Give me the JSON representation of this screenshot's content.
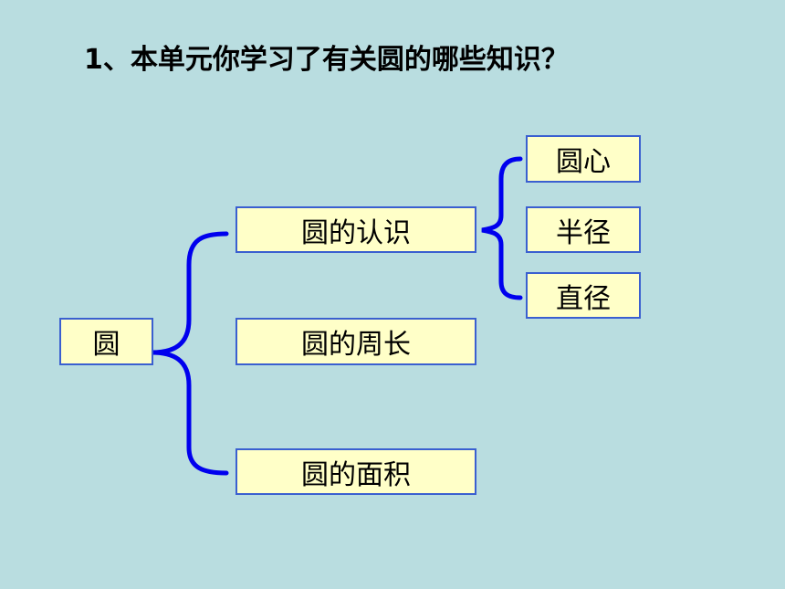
{
  "question": "1、本单元你学习了有关圆的哪些知识？",
  "root": {
    "label": "圆"
  },
  "branches": [
    {
      "label": "圆的认识"
    },
    {
      "label": "圆的周长"
    },
    {
      "label": "圆的面积"
    }
  ],
  "sub_branches": [
    {
      "label": "圆心"
    },
    {
      "label": "半径"
    },
    {
      "label": "直径"
    }
  ],
  "colors": {
    "background": "#b9dde0",
    "box_fill": "#ffffc8",
    "box_border": "#3a5fd0",
    "bracket": "#0000ee"
  }
}
